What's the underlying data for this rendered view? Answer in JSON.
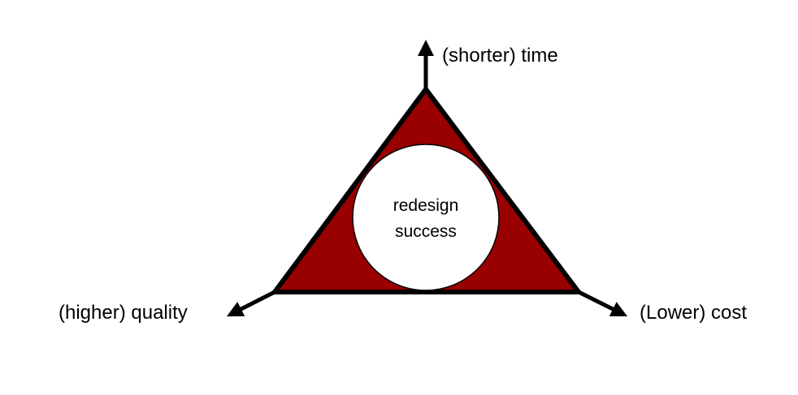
{
  "diagram": {
    "center": {
      "line1": "redesign",
      "line2": "success"
    },
    "vertices": {
      "top": "(shorter) time",
      "left": "(higher) quality",
      "right": "(Lower) cost"
    },
    "colors": {
      "triangle_fill": "#990000",
      "outline": "#000000",
      "circle_fill": "#ffffff"
    }
  }
}
